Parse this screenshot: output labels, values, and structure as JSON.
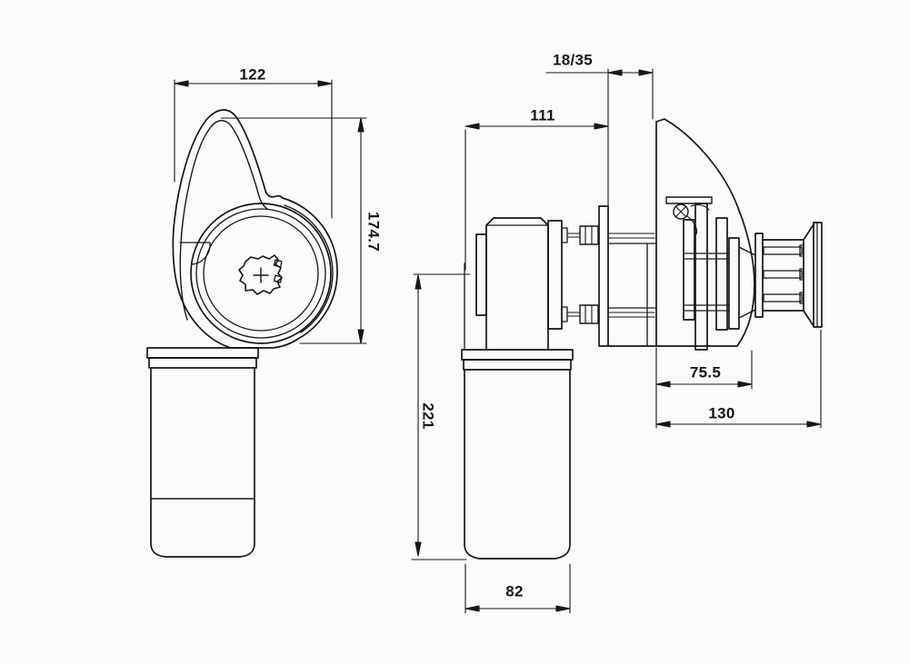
{
  "drawing": {
    "background": "#fbfbfb",
    "line_color": "#161616",
    "views": {
      "front": {
        "dims": {
          "overall_width": "122",
          "overall_height": "174.7"
        }
      },
      "side": {
        "dims": {
          "deck_thickness": "18/35",
          "length_below_deck": "111",
          "gypsy_projection": "75.5",
          "overall_projection": "130",
          "height_below_deck": "221",
          "motor_width": "82"
        }
      }
    }
  }
}
